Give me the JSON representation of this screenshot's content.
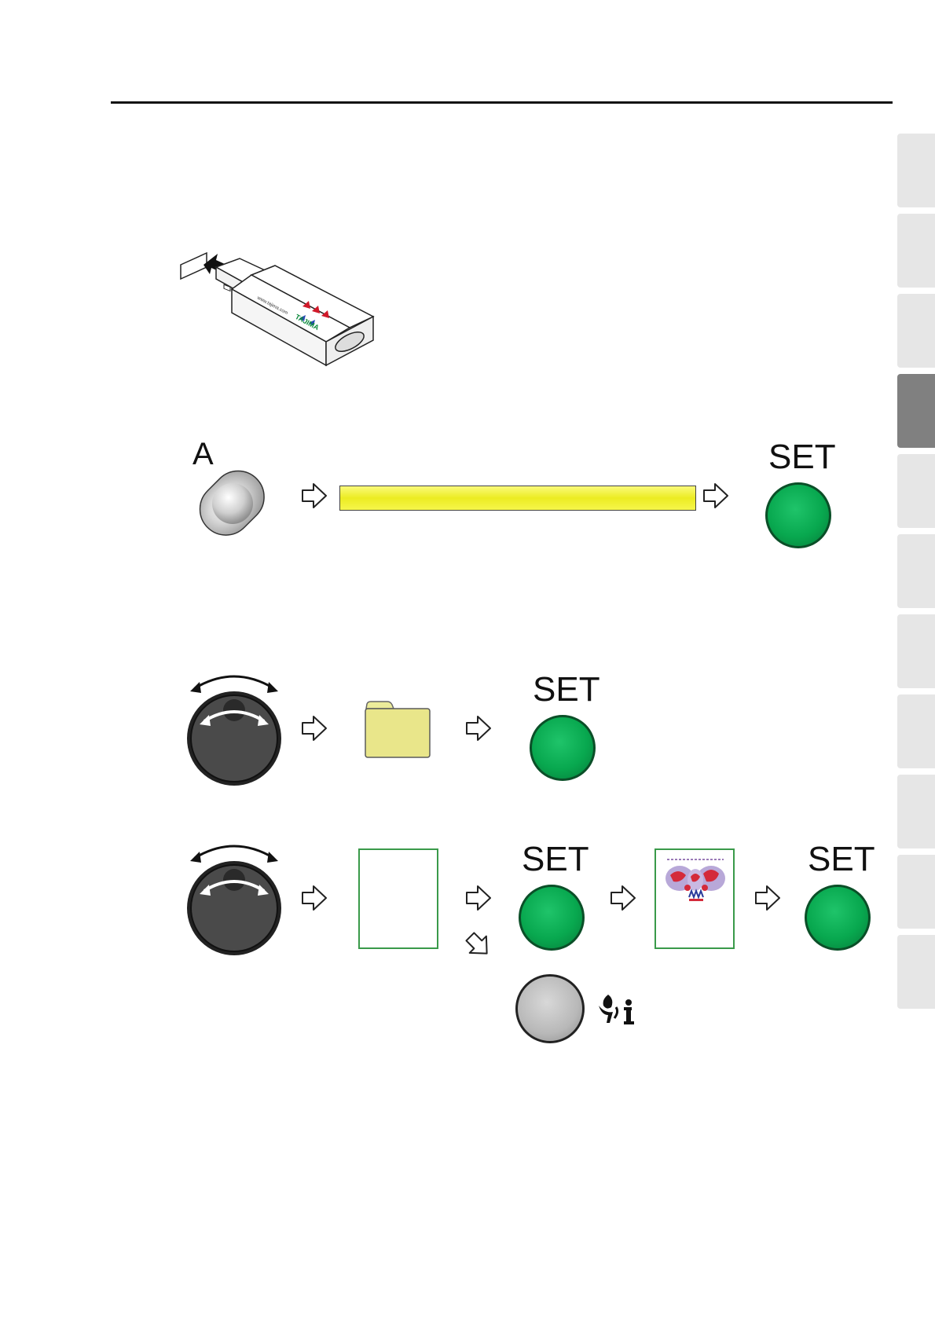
{
  "labels": {
    "a_key": "A",
    "set": "SET"
  },
  "illustrations": {
    "usb_brand": "TAJIMA",
    "usb_url": "www.tajima.com"
  },
  "icons": [
    "usb-drive-icon",
    "a-button-icon",
    "arrow-right-icon",
    "jog-dial-icon",
    "folder-icon",
    "design-file-icon",
    "design-preview-icon",
    "set-button-icon",
    "gray-button-icon",
    "info-icon"
  ],
  "colors": {
    "set_button": "#08a84f",
    "progress_bar": "#ecec22",
    "tab_inactive": "#e6e6e6",
    "tab_active": "#808080",
    "card_border": "#3a9a4a"
  },
  "side_tabs": {
    "count": 11,
    "active_index": 3
  }
}
